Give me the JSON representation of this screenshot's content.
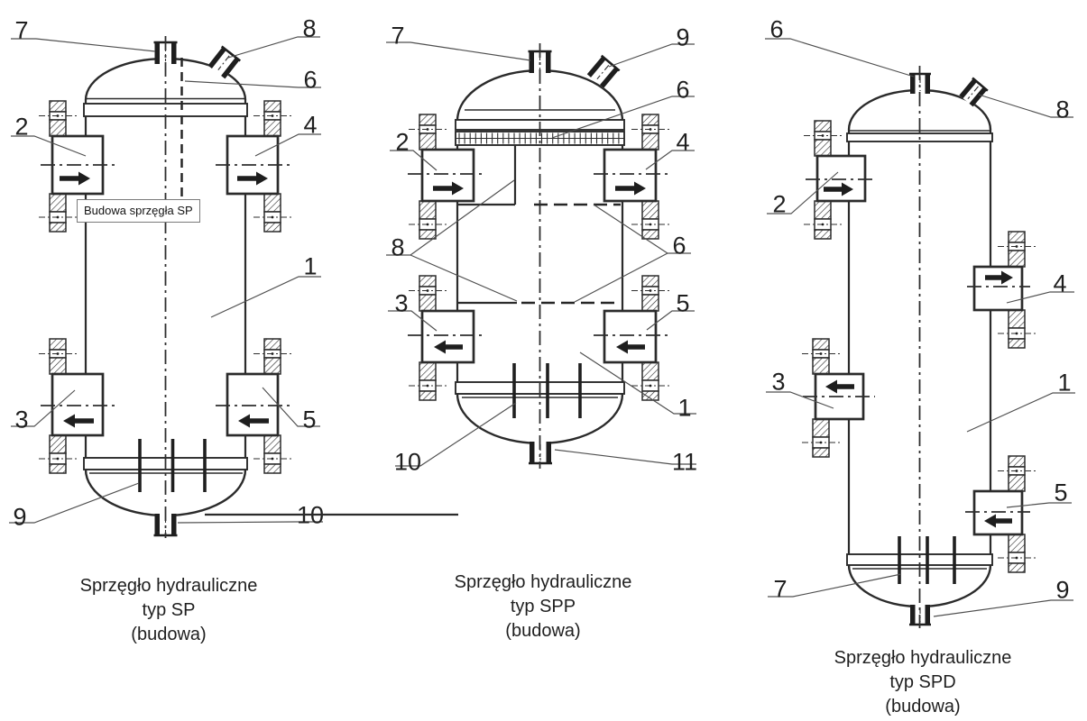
{
  "colors": {
    "background": "#ffffff",
    "line": "#2b2b2b",
    "leader": "#4f4f4f",
    "text": "#1f1f1f",
    "tooltip_border": "#7a7a7a"
  },
  "tooltip": {
    "text": "Budowa sprzęgła SP"
  },
  "diagrams": [
    {
      "caption_lines": [
        "Sprzęgło hydrauliczne",
        "typ SP",
        "(budowa)"
      ],
      "callouts": [
        "7",
        "8",
        "6",
        "2",
        "4",
        "1",
        "3",
        "5",
        "9",
        "10"
      ]
    },
    {
      "caption_lines": [
        "Sprzęgło hydrauliczne",
        "typ SPP",
        "(budowa)"
      ],
      "callouts": [
        "7",
        "9",
        "6",
        "2",
        "4",
        "8",
        "6",
        "3",
        "5",
        "1",
        "10",
        "11"
      ]
    },
    {
      "caption_lines": [
        "Sprzęgło hydrauliczne",
        "typ SPD",
        "(budowa)"
      ],
      "callouts": [
        "6",
        "8",
        "2",
        "4",
        "3",
        "1",
        "5",
        "7",
        "9"
      ]
    }
  ]
}
